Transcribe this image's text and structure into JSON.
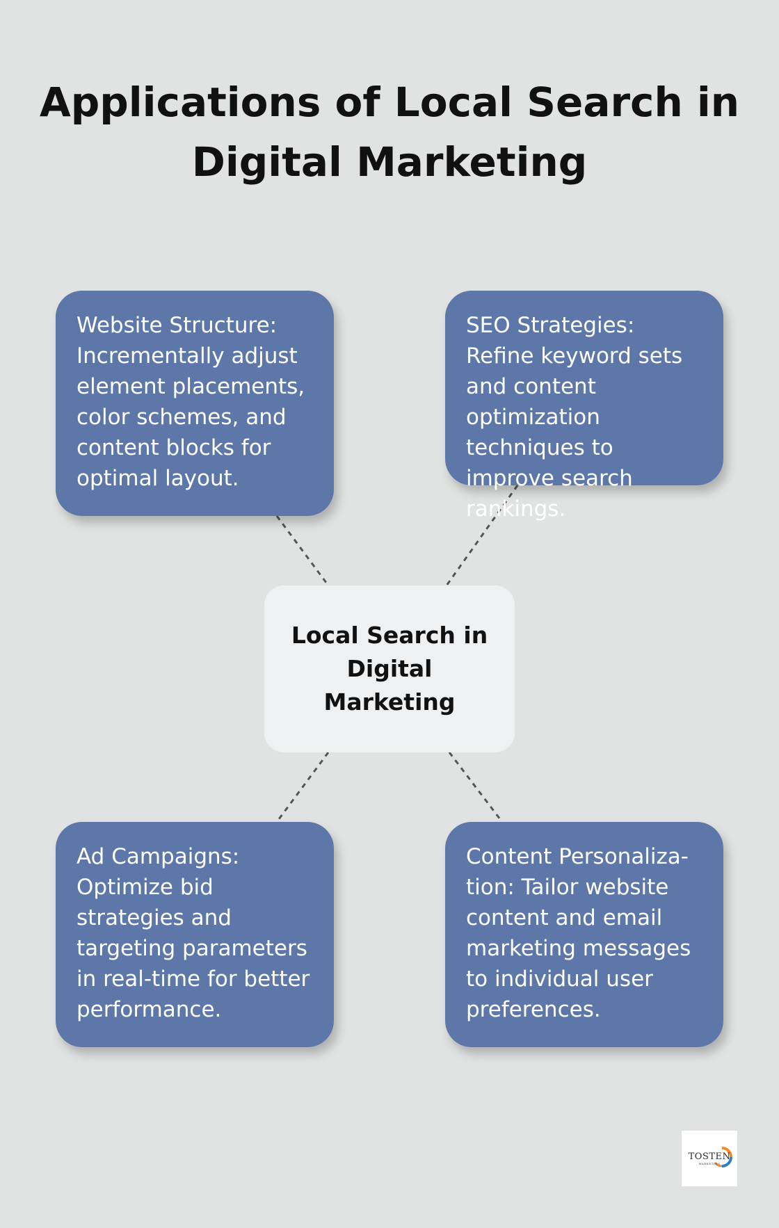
{
  "title": "Applications of Local Search in Digital Marketing",
  "center": {
    "label": "Local Search in Digital Marketing"
  },
  "nodes": [
    {
      "id": "website-structure",
      "text": "Website Structure: Incrementally adjust element placements, color schemes, and content blocks for optimal layout."
    },
    {
      "id": "seo-strategies",
      "text": "SEO Strategies: Refine keyword sets and content optimization techniques to improve search rankings."
    },
    {
      "id": "ad-campaigns",
      "text": "Ad Campaigns: Optimize bid strategies and targeting parameters in real-time for better performance."
    },
    {
      "id": "content-personalization",
      "text": "Content Personaliza-tion: Tailor website content and email marketing messages to individual user preferences."
    }
  ],
  "colors": {
    "background": "#e1e3e3",
    "card": "#5e77a9",
    "center_box": "#eff0f2",
    "connector": "#555555",
    "logo_orange": "#f08a24",
    "logo_blue": "#2f7fc1"
  },
  "logo": {
    "word": "TOSTEN",
    "sub": "MARKETING"
  }
}
